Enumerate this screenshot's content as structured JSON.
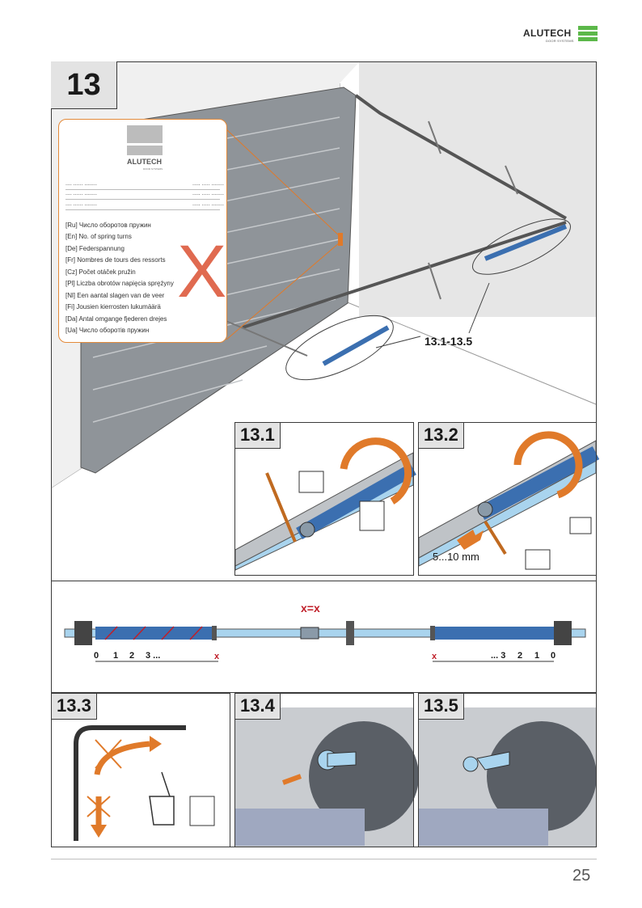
{
  "logo": {
    "word": "ALUTECH",
    "sub": "DOOR SYSTEMS"
  },
  "step": {
    "number": "13"
  },
  "card": {
    "brand": "ALUTECH",
    "brand_sub": "DOOR SYSTEMS",
    "dots_left": ".... ...... ........",
    "dots_right": "..... ..... ........",
    "lines": [
      "[Ru] Число оборотов пружин",
      "[En] No. of spring turns",
      "[De] Federspannung",
      "[Fr] Nombres de tours des ressorts",
      "[Cz] Počet otáček pružin",
      "[Pl] Liczba obrotów napięcia sprężyny",
      "[Nl] Een aantal slagen van de veer",
      "[Fi] Jousien kierrosten lukumäärä",
      "[Da] Antal omgange fjederen drejes",
      "[Ua] Число оборотів пружин"
    ],
    "mark": "X"
  },
  "callout": "13.1-13.5",
  "panels": {
    "p131": "13.1",
    "p132": "13.2",
    "p133": "13.3",
    "p134": "13.4",
    "p135": "13.5"
  },
  "offset_label": "5...10 mm",
  "shaft": {
    "equal": "x=x",
    "left_scale": [
      "0",
      "1",
      "2",
      "3 ..."
    ],
    "right_scale": [
      "... 3",
      "2",
      "1",
      "0"
    ],
    "marker": "x"
  },
  "page_number": "25",
  "colors": {
    "accent": "#e07a2a",
    "red": "#c0202a",
    "shaft": "#a9d4ee",
    "green": "#5cb84a",
    "spring": "#3b6fb0"
  }
}
